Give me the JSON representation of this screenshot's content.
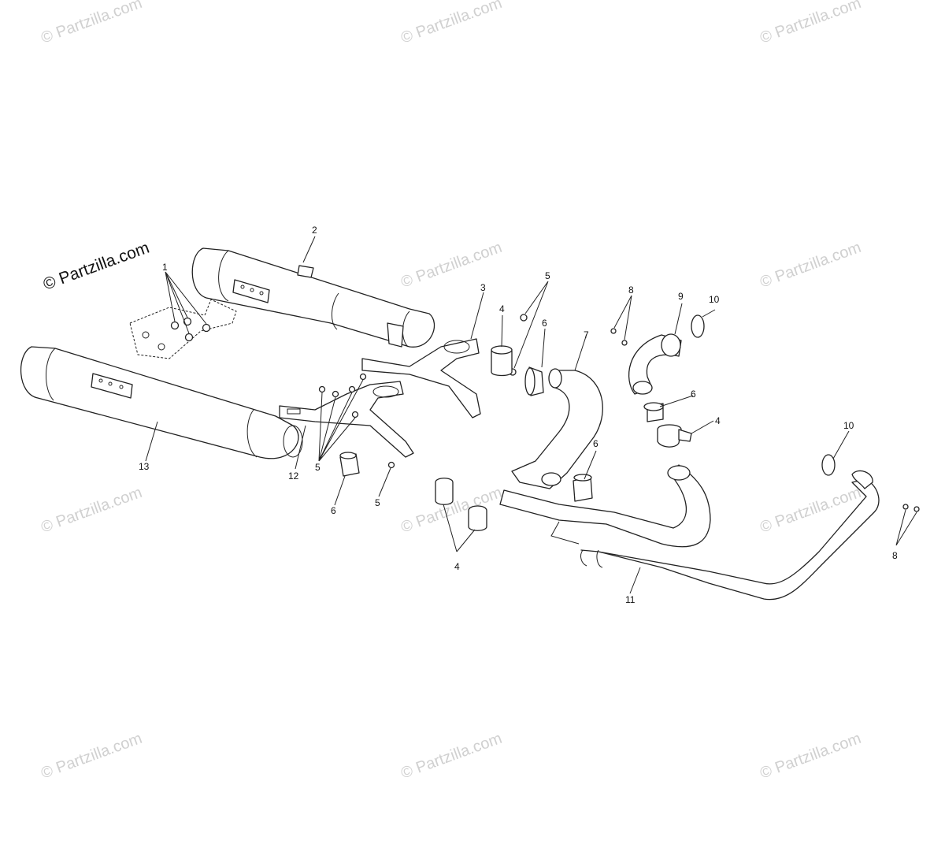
{
  "watermark": {
    "text": "© Partzilla.com",
    "color": "#cfcfcf"
  },
  "copyright": {
    "text": "© Partzilla.com",
    "color": "#111111"
  },
  "callouts": [
    {
      "id": "c1",
      "label": "1"
    },
    {
      "id": "c2",
      "label": "2"
    },
    {
      "id": "c3",
      "label": "3"
    },
    {
      "id": "c4a",
      "label": "4"
    },
    {
      "id": "c5a",
      "label": "5"
    },
    {
      "id": "c6a",
      "label": "6"
    },
    {
      "id": "c7",
      "label": "7"
    },
    {
      "id": "c8a",
      "label": "8"
    },
    {
      "id": "c9",
      "label": "9"
    },
    {
      "id": "c10a",
      "label": "10"
    },
    {
      "id": "c6b",
      "label": "6"
    },
    {
      "id": "c4b",
      "label": "4"
    },
    {
      "id": "c10b",
      "label": "10"
    },
    {
      "id": "c13",
      "label": "13"
    },
    {
      "id": "c12",
      "label": "12"
    },
    {
      "id": "c5b",
      "label": "5"
    },
    {
      "id": "c6c",
      "label": "6"
    },
    {
      "id": "c5c",
      "label": "5"
    },
    {
      "id": "c6d",
      "label": "6"
    },
    {
      "id": "c4c",
      "label": "4"
    },
    {
      "id": "c8b",
      "label": "8"
    },
    {
      "id": "c11",
      "label": "11"
    }
  ]
}
